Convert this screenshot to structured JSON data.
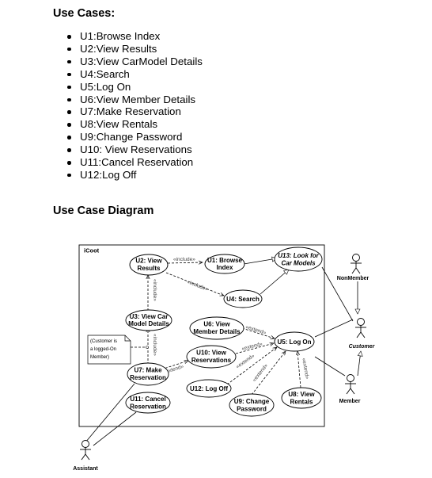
{
  "use_cases_heading": "Use Cases:",
  "use_cases": [
    "U1:Browse Index",
    "U2:View Results",
    "U3:View CarModel Details",
    "U4:Search",
    "U5:Log On",
    "U6:View Member Details",
    "U7:Make Reservation",
    "U8:View Rentals",
    "U9:Change Password",
    "U10: View Reservations",
    "U11:Cancel Reservation",
    "U12:Log Off"
  ],
  "diagram_heading": "Use Case Diagram",
  "diagram": {
    "system_name": "iCoot",
    "stereotypes": {
      "include": "«include»",
      "extend": "«extend»"
    },
    "use_cases": {
      "u1": [
        "U1: Browse",
        "Index"
      ],
      "u2": [
        "U2: View",
        "Results"
      ],
      "u3": [
        "U3: View Car",
        "Model Details"
      ],
      "u4": [
        "U4: Search"
      ],
      "u5": [
        "U5: Log On"
      ],
      "u6": [
        "U6: View",
        "Member Details"
      ],
      "u7": [
        "U7: Make",
        "Reservation"
      ],
      "u8": [
        "U8: View",
        "Rentals"
      ],
      "u9": [
        "U9: Change",
        "Password"
      ],
      "u10": [
        "U10: View",
        "Reservations"
      ],
      "u11": [
        "U11: Cancel",
        "Reservation"
      ],
      "u12": [
        "U12: Log Off"
      ],
      "u13": [
        "U13: Look for",
        "Car Models"
      ]
    },
    "note": [
      "(Customer is",
      "a logged-On",
      "Member)"
    ],
    "actors": {
      "nonmember": "NonMember",
      "customer": "Customer",
      "member": "Member",
      "assistant": "Assistant"
    }
  }
}
